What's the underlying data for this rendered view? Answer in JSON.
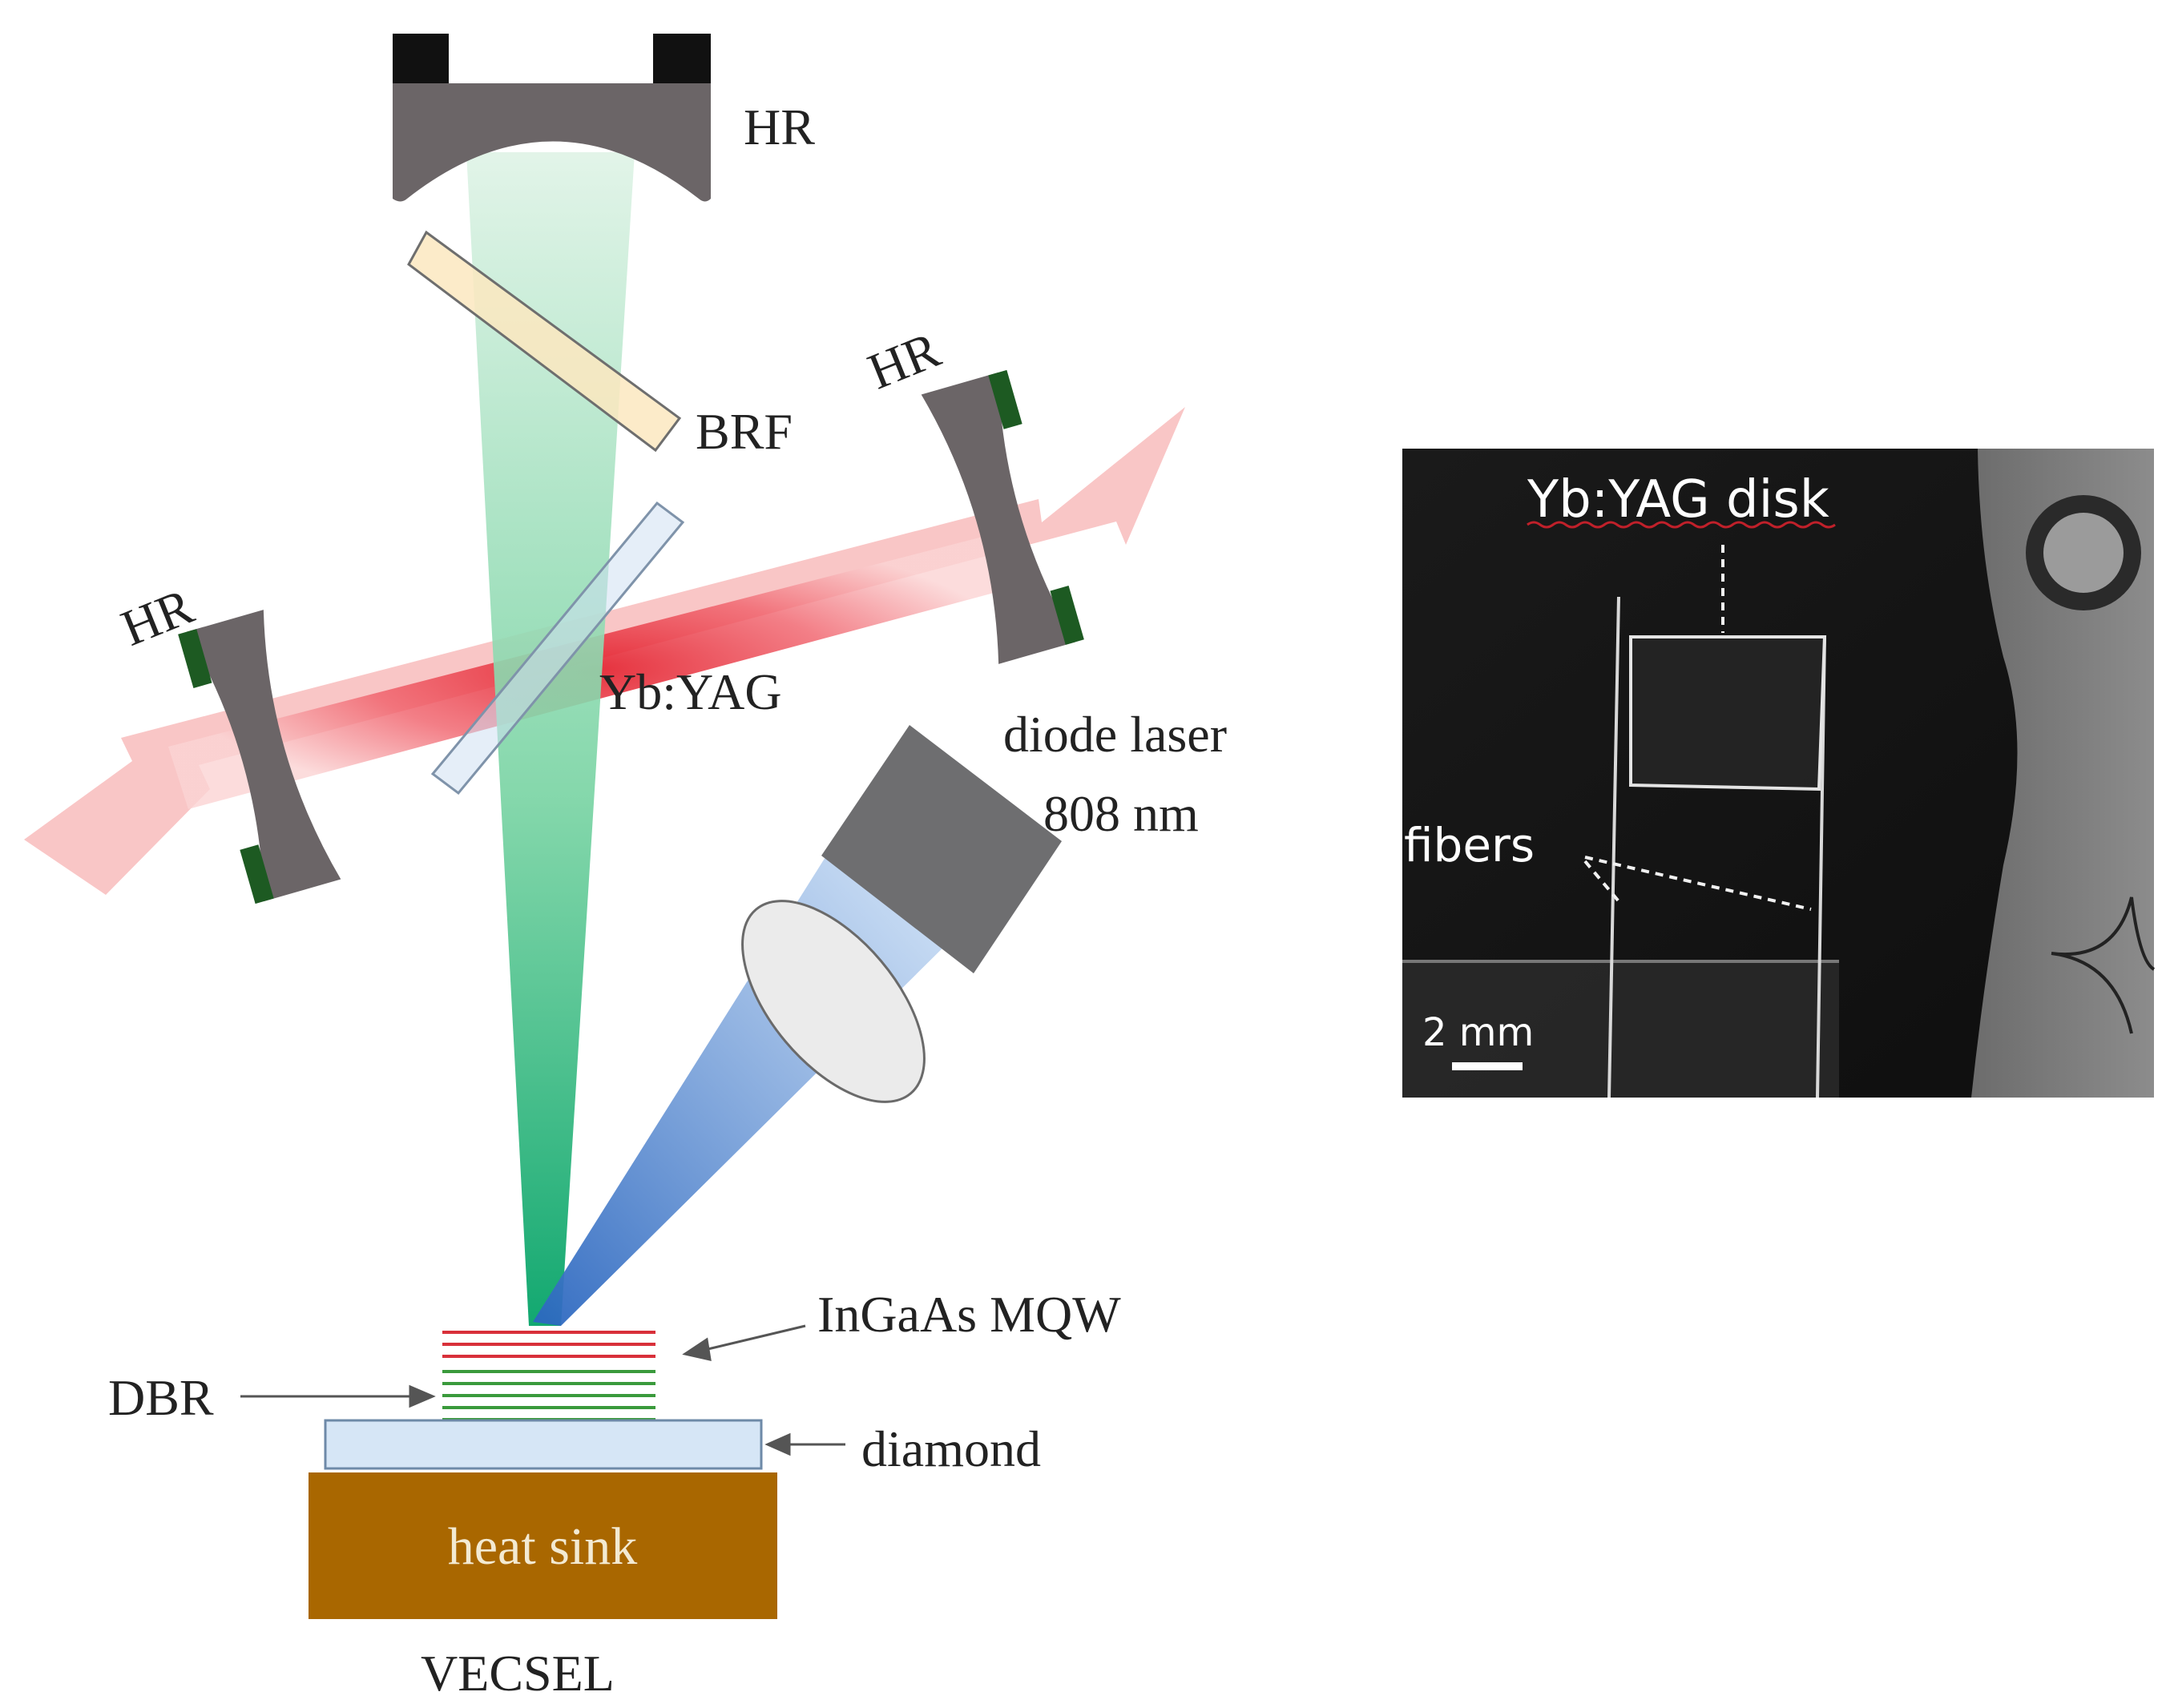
{
  "diagram": {
    "labels": {
      "hr_top": "HR",
      "hr_right": "HR",
      "hr_left": "HR",
      "brf": "BRF",
      "crystal": "Yb:YAG",
      "diode_line1": "diode laser",
      "diode_line2": "808 nm",
      "mqw": "InGaAs MQW",
      "dbr": "DBR",
      "diamond": "diamond",
      "heatsink": "heat sink",
      "vecsel": "VECSEL"
    },
    "colors": {
      "mirror_body": "#6b6567",
      "mirror_coating": "#1d5a22",
      "mount_block": "#111111",
      "brf_fill": "#fbe8c0",
      "crystal_fill": "#cfe0f3",
      "laser_beam": "#e8232e",
      "arrow_pink": "#f9c6c6",
      "green_beam": "#23b870",
      "pump_beam": "#2f6fc4",
      "diode_box": "#6e6e70",
      "mqw_red": "#d8303a",
      "dbr_green": "#3a9a3c",
      "diamond_fill": "#d6e6f6",
      "heatsink_fill": "#a96700",
      "heatsink_text": "#f3ead2"
    }
  },
  "photo": {
    "labels": {
      "disk": "Yb:YAG disk",
      "fibers": "fibers",
      "scale": "2 mm"
    },
    "colors": {
      "background": "#121212",
      "plate": "#7a7a7a",
      "text": "#ffffff",
      "underline": "#c0202a"
    }
  }
}
